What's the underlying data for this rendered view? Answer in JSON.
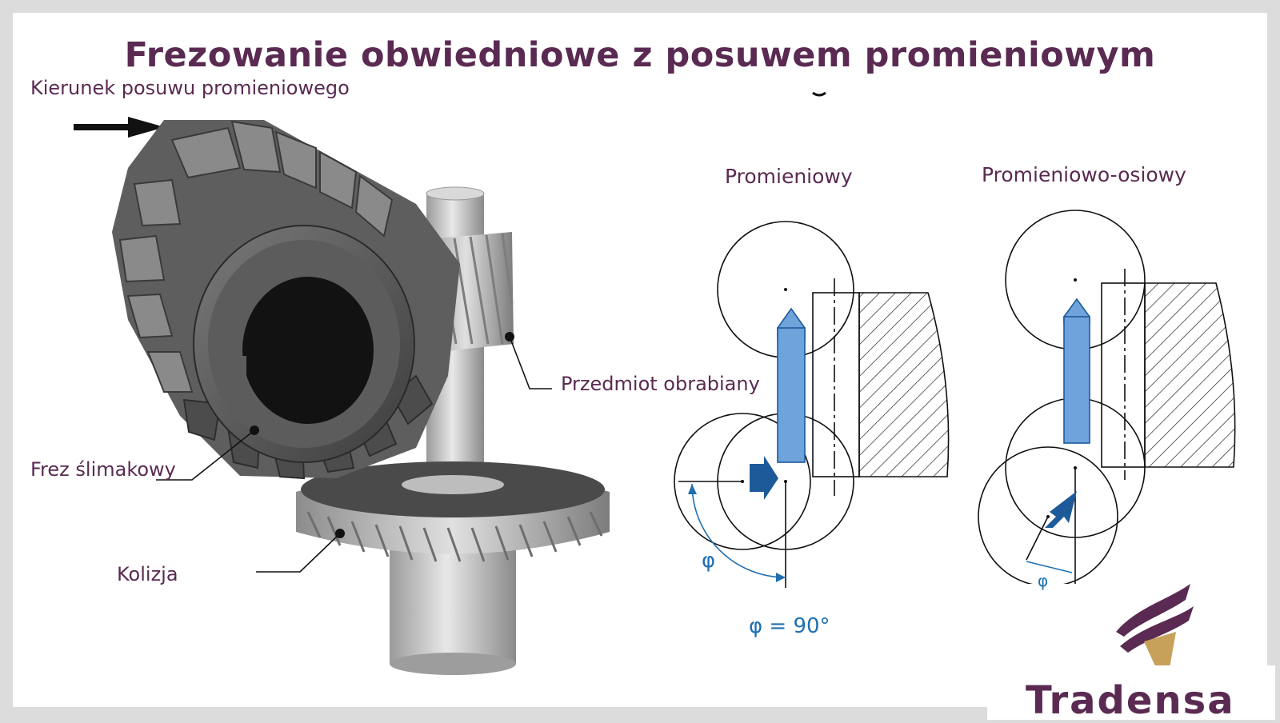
{
  "slide": {
    "title": "Frezowanie obwiedniowe z posuwem promieniowym",
    "feed_label": "Kierunek posuwu promieniowego",
    "workpiece_label": "Przedmiot obrabiany",
    "hob_label": "Frez ślimakowy",
    "collision_label": "Kolizja",
    "panel_radial_title": "Promieniowy",
    "panel_radial_axial_title": "Promieniowo-osiowy",
    "phi_symbol": "φ",
    "phi_value": "φ = 90°",
    "phi_partial": "φ",
    "brand": "Tradensa"
  },
  "colors": {
    "title": "#5a2a52",
    "arrow_light": "#6fa3dc",
    "arrow_dark": "#1d5a9a",
    "phi": "#1f6fb0",
    "logo_gold": "#c7a15a"
  },
  "icons": {
    "feed_arrow": "arrow-right-icon",
    "logo": "tradensa-logo-icon"
  }
}
